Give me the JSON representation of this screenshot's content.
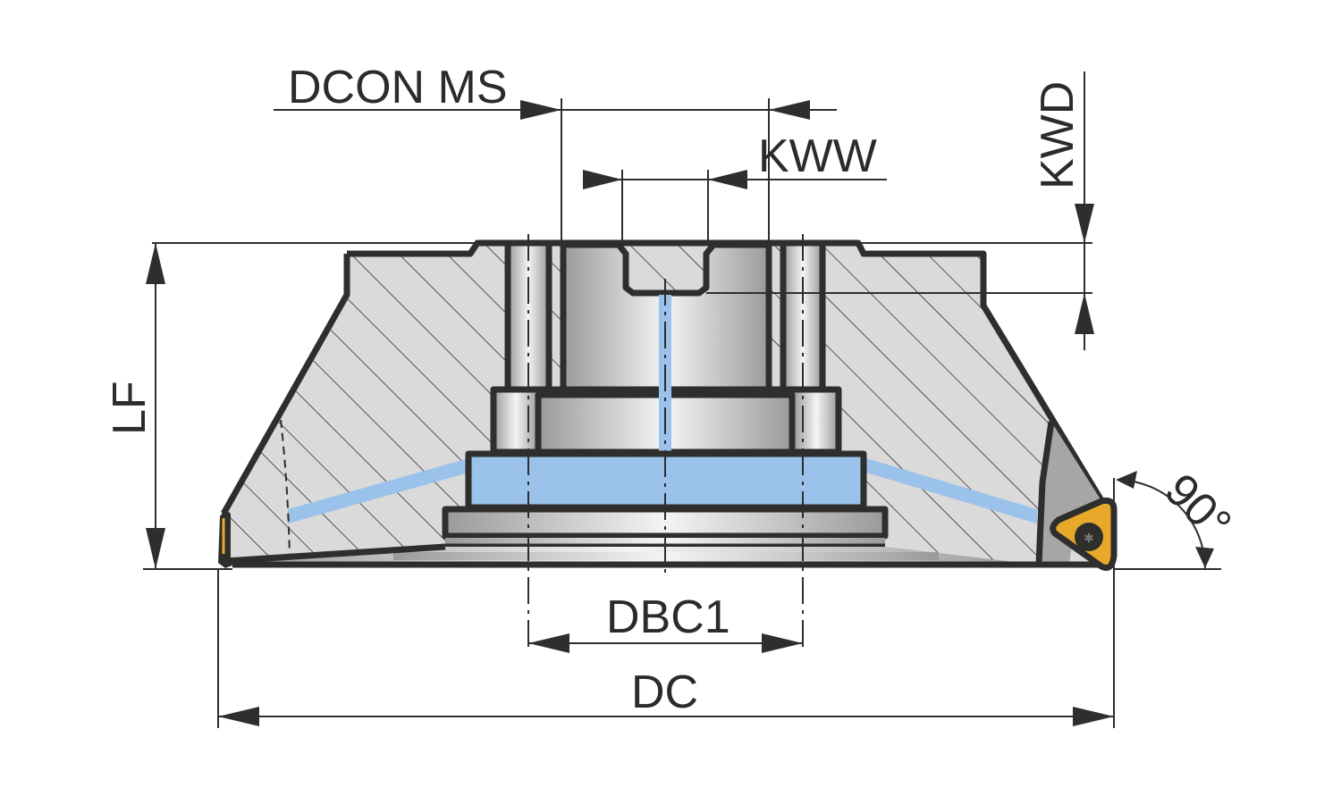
{
  "drawing": {
    "title": "Face milling cutter cross-section with dimension labels",
    "colors": {
      "body": "#dadada",
      "coolant": "#9ac2ea",
      "insert": "#e8a92a",
      "outline": "#2e2e2c",
      "seat": "#a6a6a6"
    },
    "dimensions": {
      "dcon_ms": "DCON MS",
      "kww": "KWW",
      "kwd": "KWD",
      "lf": "LF",
      "dbc1": "DBC1",
      "dc": "DC",
      "angle": "90°"
    },
    "icons": {
      "insert": "triangular-insert-icon",
      "screw": "torx-screw-icon"
    }
  }
}
